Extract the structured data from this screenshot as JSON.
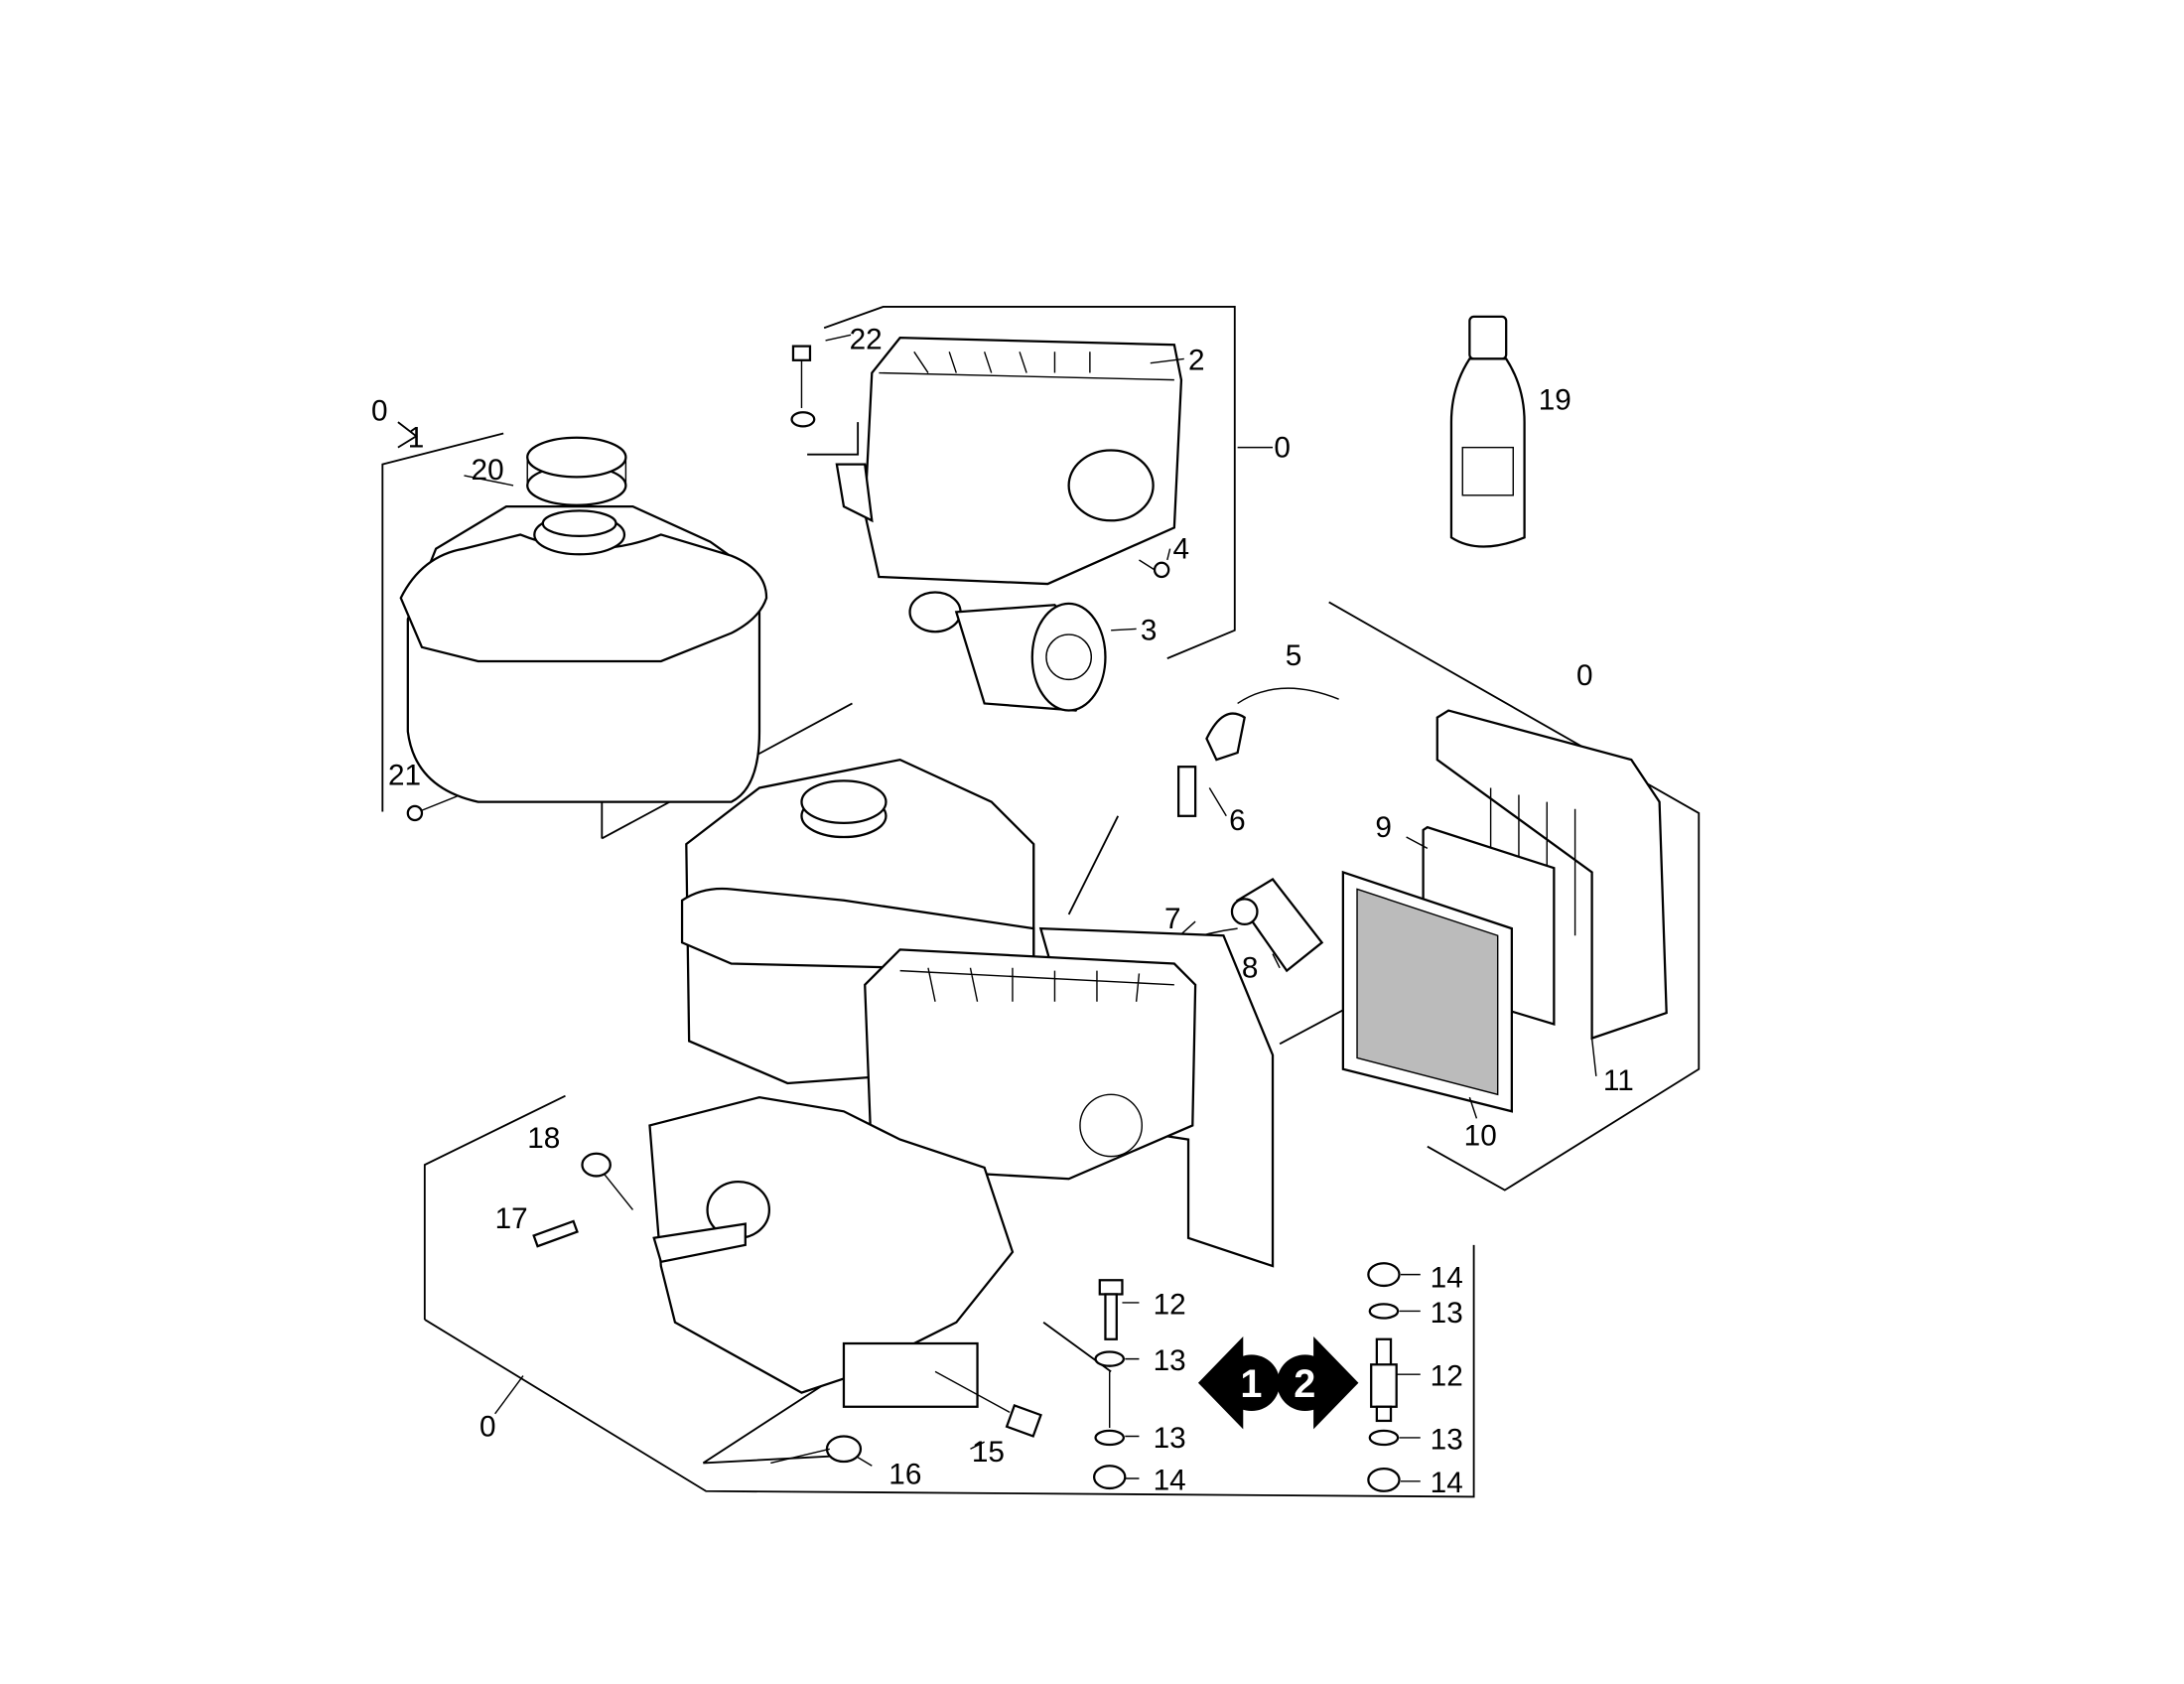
{
  "diagram": {
    "type": "exploded parts diagram",
    "callouts": {
      "tank_group": "0",
      "tank": "1",
      "fuel_cap": "20",
      "tank_bolt": "21",
      "shroud_group": "0",
      "shroud_bolt": "22",
      "shroud": "2",
      "shroud_screw": "4",
      "muffler": "3",
      "oil_bottle": "19",
      "plug_cap": "5",
      "spark_plug": "6",
      "wire": "7",
      "wire_cap": "8",
      "filter_group": "0",
      "filter_element": "9",
      "filter_mesh": "10",
      "filter_cover": "11",
      "engine_group": "0",
      "plug_18": "18",
      "key": "17",
      "drain_plug": "15",
      "dipstick": "16",
      "bolt_left": "12",
      "washer_left_top": "13",
      "washer_left_bottom": "13",
      "nut_left": "14",
      "nut_right_top": "14",
      "washer_right_top": "13",
      "stud_right": "12",
      "washer_right_bottom": "13",
      "nut_right_bottom": "14"
    },
    "badges": {
      "variant_1": "1",
      "variant_2": "2"
    }
  }
}
